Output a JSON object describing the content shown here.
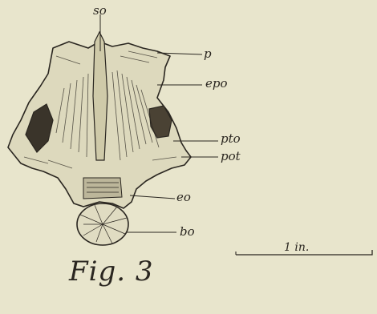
{
  "labels": {
    "so": "so",
    "p": "p",
    "epo": "epo",
    "pto": "pto",
    "pot": "pot",
    "eo": "eo",
    "bo": "bo"
  },
  "scale_bar": {
    "label": "1 in."
  },
  "caption": "Fig. 3",
  "colors": {
    "paper": "#e8e5cc",
    "ink": "#2a2620"
  }
}
